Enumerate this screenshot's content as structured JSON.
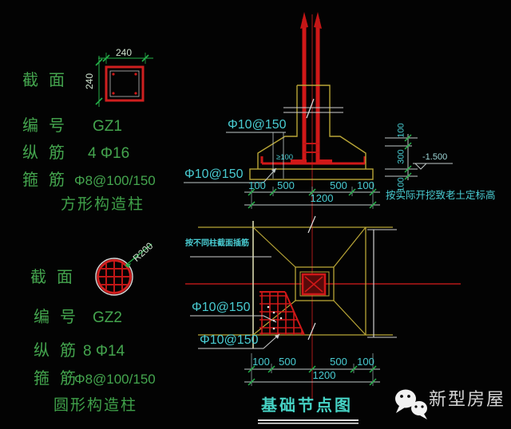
{
  "left_panel": {
    "gz1": {
      "section_label": "截面",
      "dim_top": "240",
      "dim_left": "240",
      "number_label": "编号",
      "number_value": "GZ1",
      "longitudinal_label": "纵筋",
      "longitudinal_value": "4 Φ16",
      "stirrup_label": "箍筋",
      "stirrup_value": "Φ8@100/150",
      "caption": "方形构造柱"
    },
    "gz2": {
      "section_label": "截面",
      "radius_label": "R200",
      "number_label": "编号",
      "number_value": "GZ2",
      "longitudinal_label": "纵筋",
      "longitudinal_value": "8 Φ14",
      "stirrup_label": "箍筋",
      "stirrup_value": "Φ8@100/150",
      "caption": "圆形构造柱"
    }
  },
  "elevation": {
    "rebar_label_top": "Φ10@150",
    "rebar_label_bottom": "Φ10@150",
    "min_embed": "≥100",
    "dims_bottom": [
      "100",
      "500",
      "500",
      "100"
    ],
    "dim_total": "1200",
    "dims_right": [
      "100",
      "300",
      "100"
    ],
    "elevation_mark": "-1.500",
    "note": "按实际开挖致老土定标高"
  },
  "plan": {
    "note": "按不同柱截面插筋",
    "rebar_label_top": "Φ10@150",
    "rebar_label_bottom": "Φ10@150",
    "dims_bottom": [
      "100",
      "500",
      "500",
      "100"
    ],
    "dim_total": "1200"
  },
  "drawing_title": "基础节点图",
  "watermark": {
    "name": "新型房屋"
  },
  "colors": {
    "background": "#030303",
    "label_green": "#44a54e",
    "dim_cyan": "#49ccd2",
    "rebar_red": "#d01818",
    "centerline_red": "#8e1616",
    "outline_yellow": "#b9a637",
    "tick_green": "#25b14a",
    "line_white": "#cfcfcf",
    "title_teal": "#46d2c4"
  }
}
